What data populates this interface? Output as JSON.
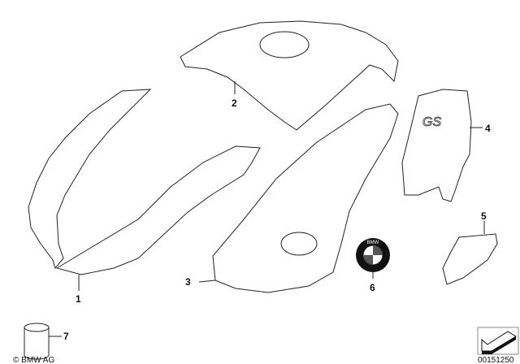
{
  "callouts": [
    {
      "number": "1",
      "part": "front-fairing-panel"
    },
    {
      "number": "2",
      "part": "tank-cover-upper"
    },
    {
      "number": "3",
      "part": "tank-side-panel"
    },
    {
      "number": "4",
      "part": "side-cover-gs"
    },
    {
      "number": "5",
      "part": "small-cover"
    },
    {
      "number": "6",
      "part": "bmw-emblem"
    },
    {
      "number": "7",
      "part": "paint-can"
    }
  ],
  "copyright": "© BMW AG",
  "diagram_id": "00151250",
  "emblem_text": "BMW",
  "decal_text": "GS"
}
